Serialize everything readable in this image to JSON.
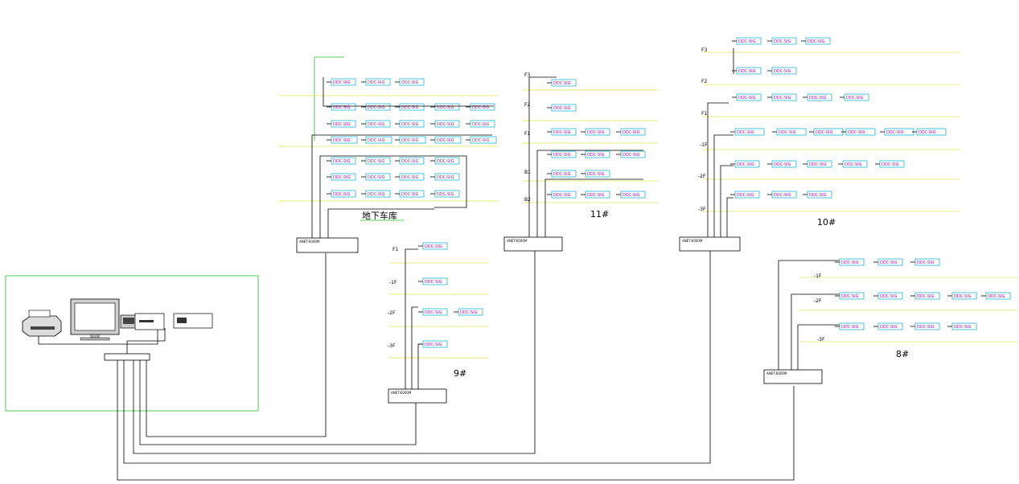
{
  "titles": {
    "garage": "地下车库",
    "b11": "11#",
    "b10": "10#",
    "b9": "9#",
    "b8": "8#"
  },
  "floor_labels": {
    "b11": [
      "F3",
      "F2",
      "F1",
      "B1",
      "B2"
    ],
    "b10": [
      "F3",
      "F2",
      "F1",
      "-1F",
      "-2F",
      "-3F"
    ],
    "b9": [
      "F1",
      "-1F",
      "-2F",
      "-3F"
    ],
    "b8": [
      "-1F",
      "-2F",
      "-3F"
    ]
  },
  "module_text": "DDC-SIG",
  "controller_label": "ANET-6000M",
  "colors": {
    "box_border": "#22b7d6",
    "box_text": "#9b1fb0",
    "floor_line": "#e4e45a",
    "workstation_frame": "#22c422"
  }
}
